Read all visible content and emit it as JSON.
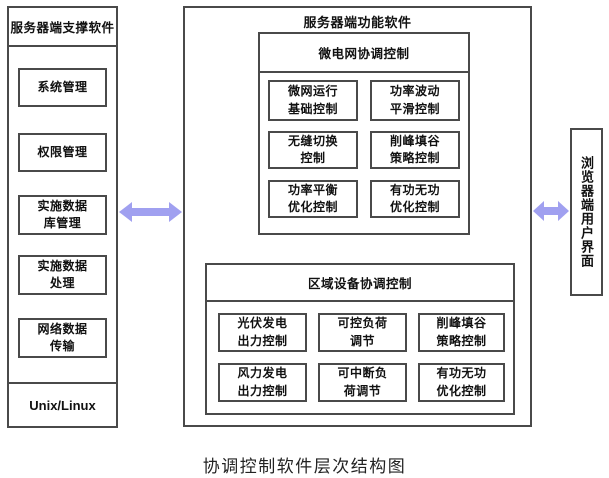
{
  "caption": "协调控制软件层次结构图",
  "left_panel": {
    "header": "服务器端支撑软件",
    "items": [
      "系统管理",
      "权限管理",
      "实施数据\n库管理",
      "实施数据\n处理",
      "网络数据\n传输"
    ],
    "footer": "Unix/Linux"
  },
  "middle_panel": {
    "header": "服务器端功能软件",
    "groups": [
      {
        "header": "微电网协调控制",
        "items": [
          "微网运行\n基础控制",
          "功率波动\n平滑控制",
          "无缝切换\n控制",
          "削峰填谷\n策略控制",
          "功率平衡\n优化控制",
          "有功无功\n优化控制"
        ]
      },
      {
        "header": "区域设备协调控制",
        "items": [
          "光伏发电\n出力控制",
          "可控负荷\n调节",
          "削峰填谷\n策略控制",
          "风力发电\n出力控制",
          "可中断负\n荷调节",
          "有功无功\n优化控制"
        ]
      }
    ]
  },
  "right_panel": {
    "label": "浏览器端用户界面"
  },
  "arrows": {
    "color": "#a0a0f0",
    "left_arrow": "bidirectional",
    "right_arrow": "bidirectional"
  }
}
